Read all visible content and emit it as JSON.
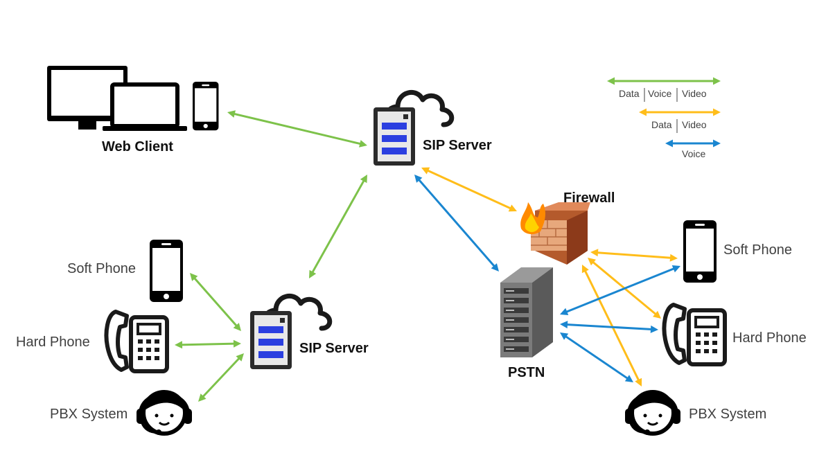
{
  "colors": {
    "data_voice_video": "#7dc24a",
    "data_video": "#ffbd1a",
    "voice": "#1a86d0",
    "server_blue": "#2b3fe0"
  },
  "legend": [
    {
      "parts": [
        "Data",
        "Voice",
        "Video"
      ],
      "color_key": "data_voice_video"
    },
    {
      "parts": [
        "Data",
        "Video"
      ],
      "color_key": "data_video"
    },
    {
      "parts": [
        "Voice"
      ],
      "color_key": "voice"
    }
  ],
  "nodes": {
    "web_client": {
      "label": "Web Client",
      "icon": "devices-icon"
    },
    "sip_server_top": {
      "label": "SIP Server",
      "icon": "cloud-server-icon"
    },
    "sip_server_left": {
      "label": "SIP Server",
      "icon": "cloud-server-icon"
    },
    "firewall": {
      "label": "Firewall",
      "icon": "firewall-icon"
    },
    "pstn": {
      "label": "PSTN",
      "icon": "server-rack-icon"
    },
    "soft_phone_left": {
      "label": "Soft Phone",
      "icon": "smartphone-icon"
    },
    "hard_phone_left": {
      "label": "Hard Phone",
      "icon": "desk-phone-icon"
    },
    "pbx_left": {
      "label": "PBX System",
      "icon": "headset-agent-icon"
    },
    "soft_phone_right": {
      "label": "Soft Phone",
      "icon": "smartphone-icon"
    },
    "hard_phone_right": {
      "label": "Hard Phone",
      "icon": "desk-phone-icon"
    },
    "pbx_right": {
      "label": "PBX System",
      "icon": "headset-agent-icon"
    }
  },
  "connections": [
    {
      "from": "web_client",
      "to": "sip_server_top",
      "type": "data_voice_video"
    },
    {
      "from": "sip_server_top",
      "to": "sip_server_left",
      "type": "data_voice_video"
    },
    {
      "from": "sip_server_left",
      "to": "soft_phone_left",
      "type": "data_voice_video"
    },
    {
      "from": "sip_server_left",
      "to": "hard_phone_left",
      "type": "data_voice_video"
    },
    {
      "from": "sip_server_left",
      "to": "pbx_left",
      "type": "data_voice_video"
    },
    {
      "from": "sip_server_top",
      "to": "firewall",
      "type": "data_video"
    },
    {
      "from": "firewall",
      "to": "soft_phone_right",
      "type": "data_video"
    },
    {
      "from": "firewall",
      "to": "hard_phone_right",
      "type": "data_video"
    },
    {
      "from": "firewall",
      "to": "pbx_right",
      "type": "data_video"
    },
    {
      "from": "sip_server_top",
      "to": "pstn",
      "type": "voice"
    },
    {
      "from": "pstn",
      "to": "soft_phone_right",
      "type": "voice"
    },
    {
      "from": "pstn",
      "to": "hard_phone_right",
      "type": "voice"
    },
    {
      "from": "pstn",
      "to": "pbx_right",
      "type": "voice"
    }
  ]
}
